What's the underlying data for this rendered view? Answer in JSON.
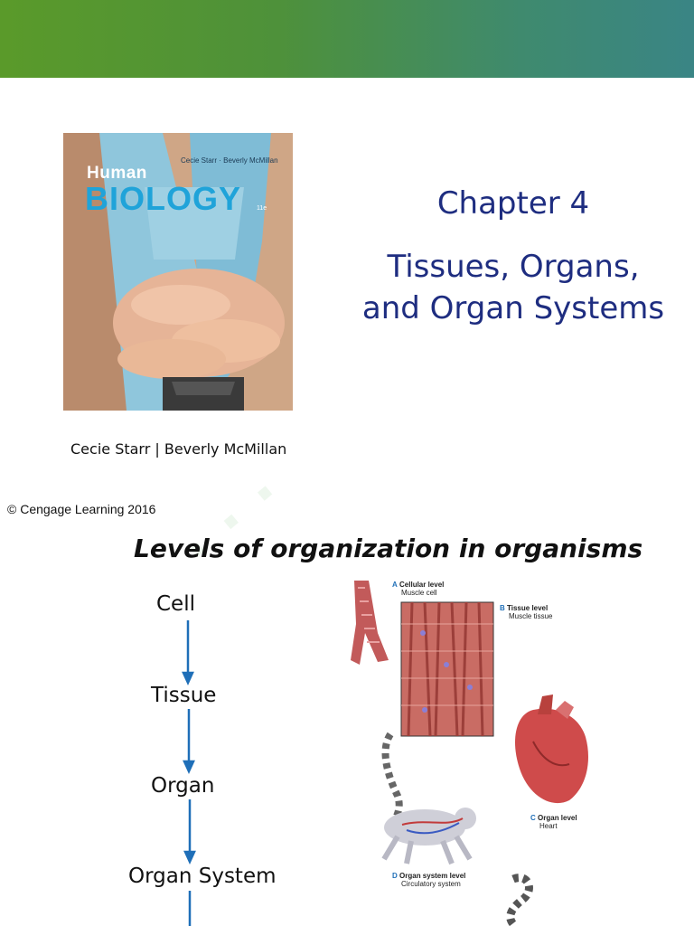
{
  "slide1": {
    "cover": {
      "title_small": "Human",
      "title_big": "BIOLOGY",
      "cover_authors": "Cecie Starr · Beverly McMillan",
      "edition": "11e"
    },
    "chapter_title": "Chapter 4",
    "chapter_subtitle": "Tissues, Organs, and Organ Systems",
    "authors": "Cecie Starr | Beverly McMillan",
    "copyright": "© Cengage Learning 2016",
    "colors": {
      "band_start": "#5a9a2a",
      "band_end": "#3a8585",
      "title": "#1e2d80"
    }
  },
  "slide2": {
    "title": "Levels of organization in organisms",
    "levels": [
      "Cell",
      "Tissue",
      "Organ",
      "Organ System"
    ],
    "arrow_color": "#1f6fb8",
    "figure": {
      "a": {
        "letter": "A",
        "title": "Cellular level",
        "sub": "Muscle cell"
      },
      "b": {
        "letter": "B",
        "title": "Tissue level",
        "sub": "Muscle tissue"
      },
      "c": {
        "letter": "C",
        "title": "Organ level",
        "sub": "Heart"
      },
      "d": {
        "letter": "D",
        "title": "Organ system level",
        "sub": "Circulatory system"
      }
    }
  }
}
